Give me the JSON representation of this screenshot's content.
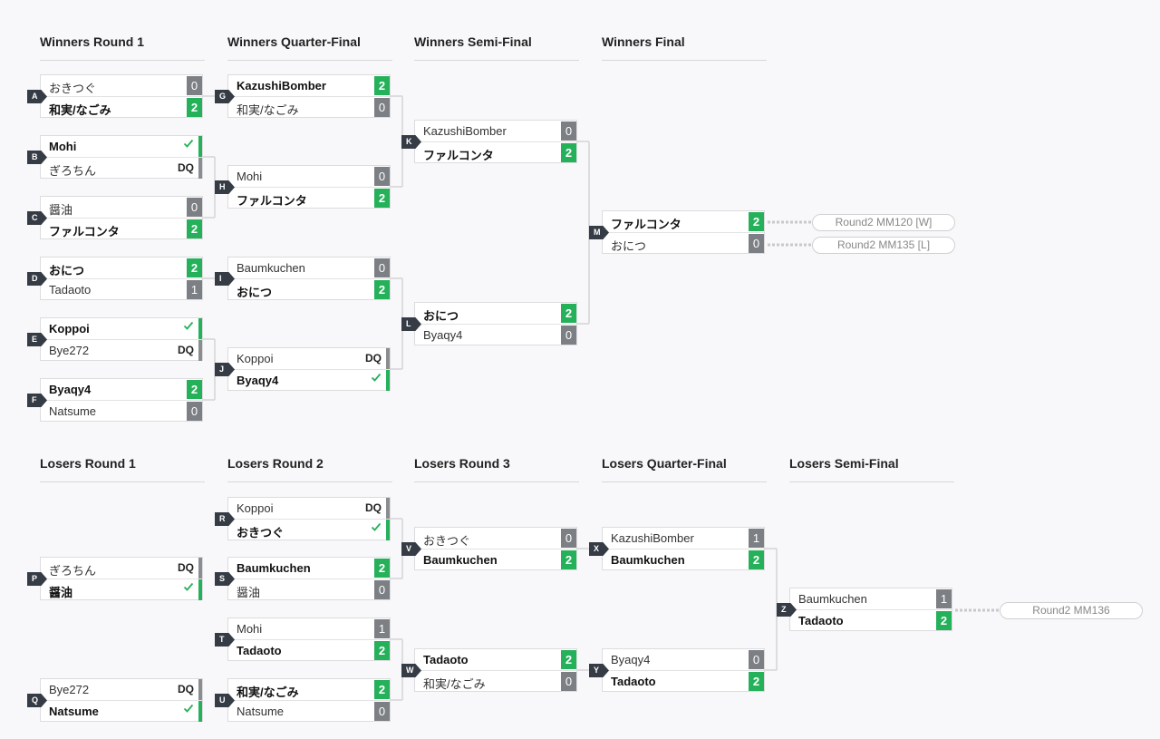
{
  "headers": [
    {
      "text": "Winners Round 1"
    },
    {
      "text": "Winners Quarter-Final"
    },
    {
      "text": "Winners Semi-Final"
    },
    {
      "text": "Winners Final"
    },
    {
      "text": "Losers Round 1"
    },
    {
      "text": "Losers Round 2"
    },
    {
      "text": "Losers Round 3"
    },
    {
      "text": "Losers Quarter-Final"
    },
    {
      "text": "Losers Semi-Final"
    }
  ],
  "matches": [
    {
      "id": "A",
      "p1": {
        "name": "おきつぐ",
        "score": "0",
        "win": false
      },
      "p2": {
        "name": "和実/なごみ",
        "score": "2",
        "win": true
      }
    },
    {
      "id": "B",
      "p1": {
        "name": "Mohi",
        "score": "",
        "win": true,
        "dq": false
      },
      "p2": {
        "name": "ぎろちん",
        "score": "",
        "win": false,
        "dq": true
      }
    },
    {
      "id": "C",
      "p1": {
        "name": "醤油",
        "score": "0",
        "win": false
      },
      "p2": {
        "name": "ファルコンタ",
        "score": "2",
        "win": true
      }
    },
    {
      "id": "D",
      "p1": {
        "name": "おにつ",
        "score": "2",
        "win": true
      },
      "p2": {
        "name": "Tadaoto",
        "score": "1",
        "win": false
      }
    },
    {
      "id": "E",
      "p1": {
        "name": "Koppoi",
        "score": "",
        "win": true,
        "dq": false
      },
      "p2": {
        "name": "Bye272",
        "score": "",
        "win": false,
        "dq": true
      }
    },
    {
      "id": "F",
      "p1": {
        "name": "Byaqy4",
        "score": "2",
        "win": true
      },
      "p2": {
        "name": "Natsume",
        "score": "0",
        "win": false
      }
    },
    {
      "id": "G",
      "p1": {
        "name": "KazushiBomber",
        "score": "2",
        "win": true
      },
      "p2": {
        "name": "和実/なごみ",
        "score": "0",
        "win": false
      }
    },
    {
      "id": "H",
      "p1": {
        "name": "Mohi",
        "score": "0",
        "win": false
      },
      "p2": {
        "name": "ファルコンタ",
        "score": "2",
        "win": true
      }
    },
    {
      "id": "I",
      "p1": {
        "name": "Baumkuchen",
        "score": "0",
        "win": false
      },
      "p2": {
        "name": "おにつ",
        "score": "2",
        "win": true
      }
    },
    {
      "id": "J",
      "p1": {
        "name": "Koppoi",
        "score": "",
        "win": false,
        "dq": true
      },
      "p2": {
        "name": "Byaqy4",
        "score": "",
        "win": true,
        "dq": false
      }
    },
    {
      "id": "K",
      "p1": {
        "name": "KazushiBomber",
        "score": "0",
        "win": false
      },
      "p2": {
        "name": "ファルコンタ",
        "score": "2",
        "win": true
      }
    },
    {
      "id": "L",
      "p1": {
        "name": "おにつ",
        "score": "2",
        "win": true
      },
      "p2": {
        "name": "Byaqy4",
        "score": "0",
        "win": false
      }
    },
    {
      "id": "M",
      "p1": {
        "name": "ファルコンタ",
        "score": "2",
        "win": true
      },
      "p2": {
        "name": "おにつ",
        "score": "0",
        "win": false
      }
    },
    {
      "id": "P",
      "p1": {
        "name": "ぎろちん",
        "score": "",
        "win": false,
        "dq": true
      },
      "p2": {
        "name": "醤油",
        "score": "",
        "win": true,
        "dq": false
      }
    },
    {
      "id": "Q",
      "p1": {
        "name": "Bye272",
        "score": "",
        "win": false,
        "dq": true
      },
      "p2": {
        "name": "Natsume",
        "score": "",
        "win": true,
        "dq": false
      }
    },
    {
      "id": "R",
      "p1": {
        "name": "Koppoi",
        "score": "",
        "win": false,
        "dq": true
      },
      "p2": {
        "name": "おきつぐ",
        "score": "",
        "win": true,
        "dq": false
      }
    },
    {
      "id": "S",
      "p1": {
        "name": "Baumkuchen",
        "score": "2",
        "win": true
      },
      "p2": {
        "name": "醤油",
        "score": "0",
        "win": false
      }
    },
    {
      "id": "T",
      "p1": {
        "name": "Mohi",
        "score": "1",
        "win": false
      },
      "p2": {
        "name": "Tadaoto",
        "score": "2",
        "win": true
      }
    },
    {
      "id": "U",
      "p1": {
        "name": "和実/なごみ",
        "score": "2",
        "win": true
      },
      "p2": {
        "name": "Natsume",
        "score": "0",
        "win": false
      }
    },
    {
      "id": "V",
      "p1": {
        "name": "おきつぐ",
        "score": "0",
        "win": false
      },
      "p2": {
        "name": "Baumkuchen",
        "score": "2",
        "win": true
      }
    },
    {
      "id": "W",
      "p1": {
        "name": "Tadaoto",
        "score": "2",
        "win": true
      },
      "p2": {
        "name": "和実/なごみ",
        "score": "0",
        "win": false
      }
    },
    {
      "id": "X",
      "p1": {
        "name": "KazushiBomber",
        "score": "1",
        "win": false
      },
      "p2": {
        "name": "Baumkuchen",
        "score": "2",
        "win": true
      }
    },
    {
      "id": "Y",
      "p1": {
        "name": "Byaqy4",
        "score": "0",
        "win": false
      },
      "p2": {
        "name": "Tadaoto",
        "score": "2",
        "win": true
      }
    },
    {
      "id": "Z",
      "p1": {
        "name": "Baumkuchen",
        "score": "1",
        "win": false
      },
      "p2": {
        "name": "Tadaoto",
        "score": "2",
        "win": true
      }
    }
  ],
  "next_matches": [
    {
      "text": "Round2 MM120 [W]"
    },
    {
      "text": "Round2 MM135 [L]"
    },
    {
      "text": "Round2 MM136"
    }
  ],
  "colors": {
    "win": "#25b05a",
    "loss": "#7c7f83",
    "badge": "#363c45",
    "line": "#d4d4d8"
  },
  "icons": {
    "win_dq": "check-icon"
  }
}
